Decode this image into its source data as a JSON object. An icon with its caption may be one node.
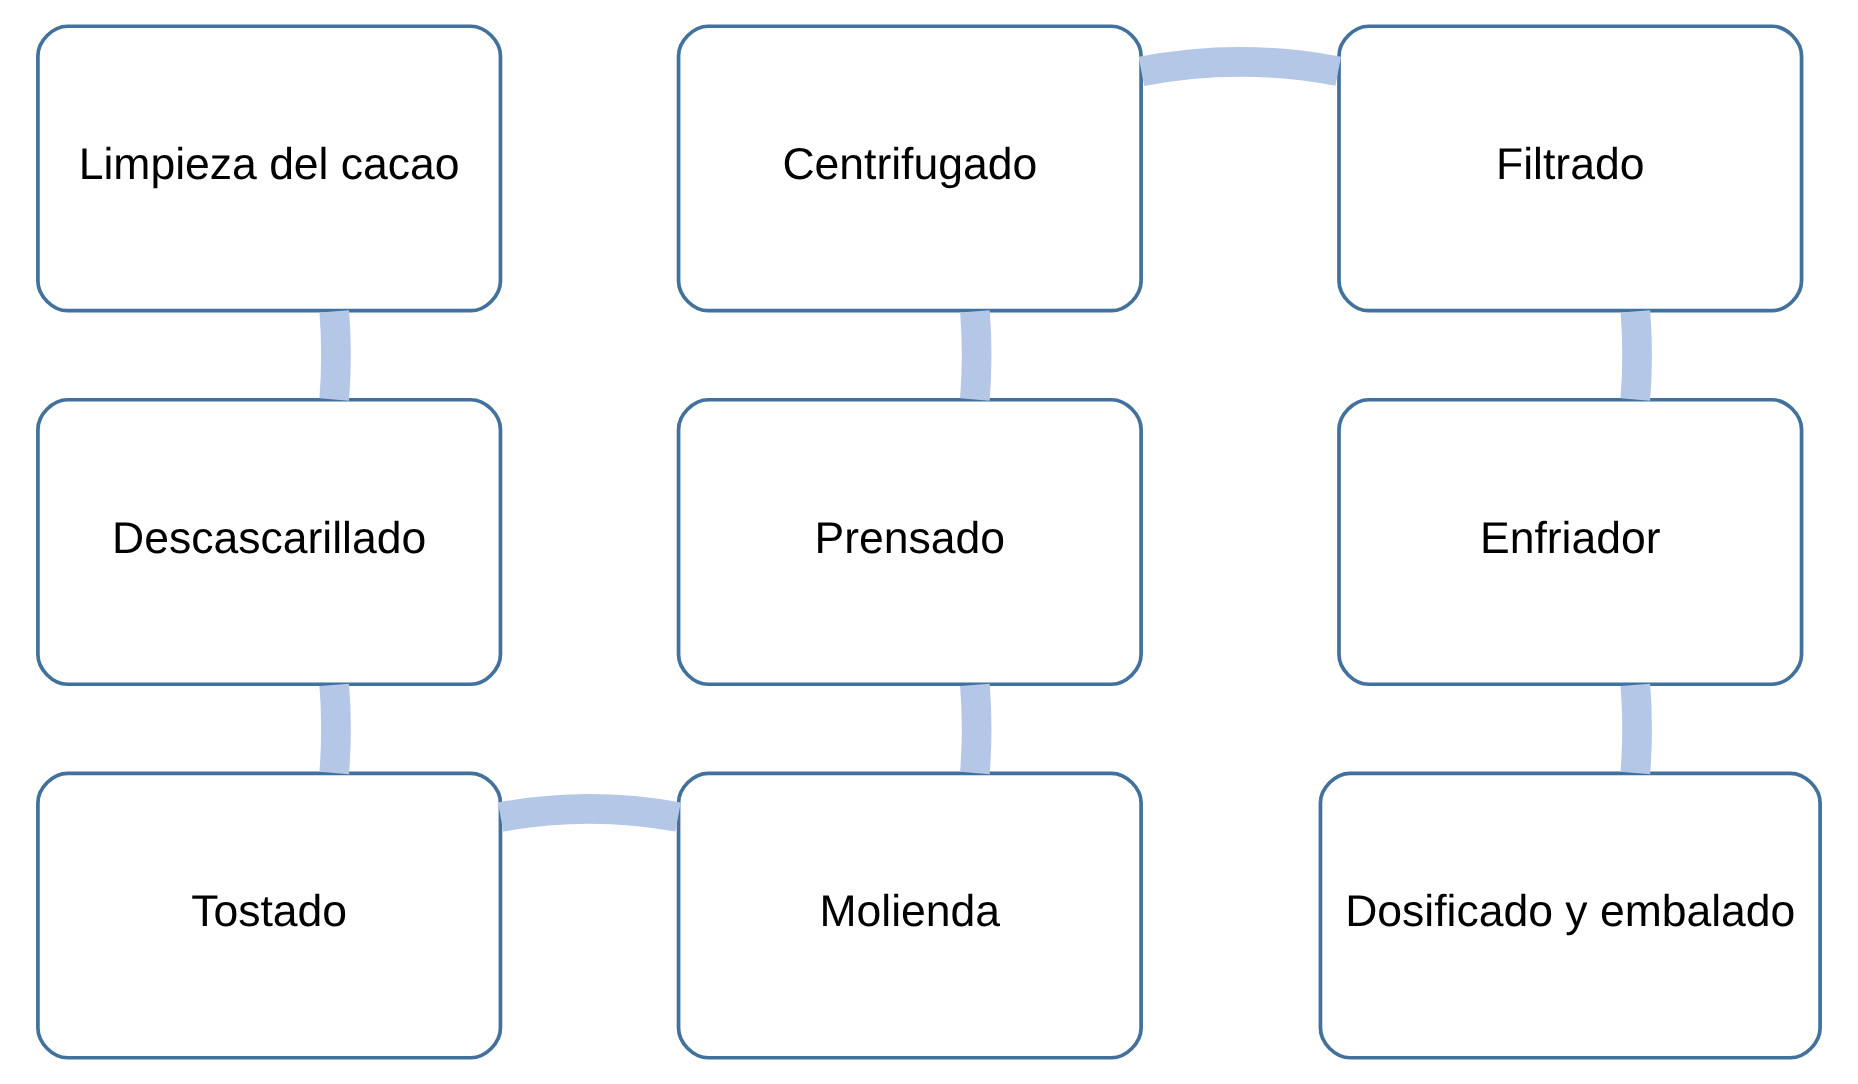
{
  "diagram": {
    "nodes": [
      {
        "text": [
          "Limpieza del cacao"
        ]
      },
      {
        "text": [
          "Descascarillado"
        ]
      },
      {
        "text": [
          "Tostado"
        ]
      },
      {
        "text": [
          "Molienda"
        ]
      },
      {
        "text": [
          "Prensado"
        ]
      },
      {
        "text": [
          "Centrifugado"
        ]
      },
      {
        "text": [
          "Filtrado"
        ]
      },
      {
        "text": [
          "Enfriador"
        ]
      },
      {
        "text": [
          "Dosificado y embalado"
        ]
      }
    ],
    "edges": [
      {
        "from": 0,
        "to": 1,
        "arrow": "none"
      },
      {
        "from": 1,
        "to": 2,
        "arrow": "none"
      },
      {
        "from": 2,
        "to": 3,
        "arrow": "none"
      },
      {
        "from": 3,
        "to": 4,
        "arrow": "none"
      },
      {
        "from": 4,
        "to": 5,
        "arrow": "none"
      },
      {
        "from": 5,
        "to": 6,
        "arrow": "none"
      },
      {
        "from": 6,
        "to": 7,
        "arrow": "none"
      },
      {
        "from": 7,
        "to": 8,
        "arrow": "none"
      }
    ]
  }
}
